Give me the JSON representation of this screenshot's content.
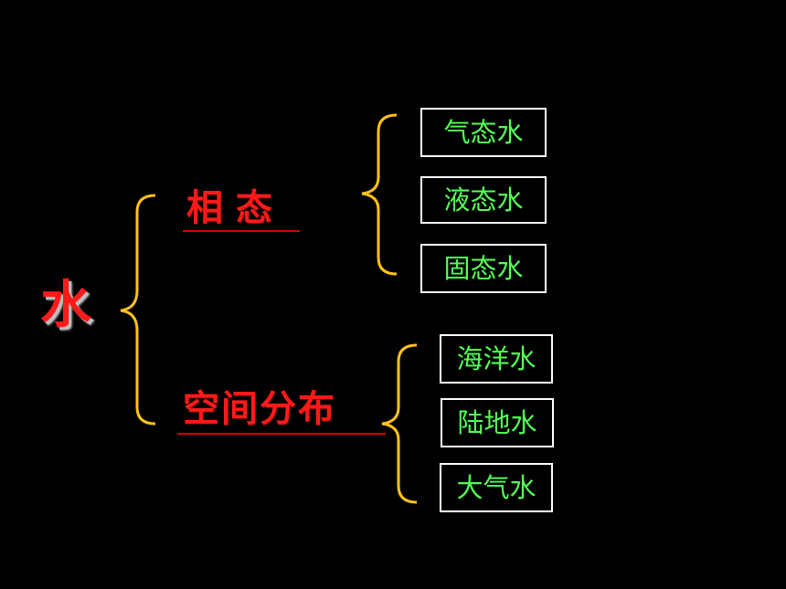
{
  "root": {
    "label": "水",
    "color": "#ff1a1a"
  },
  "categories": [
    {
      "label": "相 态",
      "color": "#ff1a1a",
      "children": [
        "气态水",
        "液态水",
        "固态水"
      ]
    },
    {
      "label": "空间分布",
      "color": "#ff1a1a",
      "children": [
        "海洋水",
        "陆地水",
        "大气水"
      ]
    }
  ],
  "colors": {
    "brace": "#ffc21a",
    "leaf_text": "#55ff55",
    "leaf_border": "#ffffff",
    "background": "#000000"
  }
}
